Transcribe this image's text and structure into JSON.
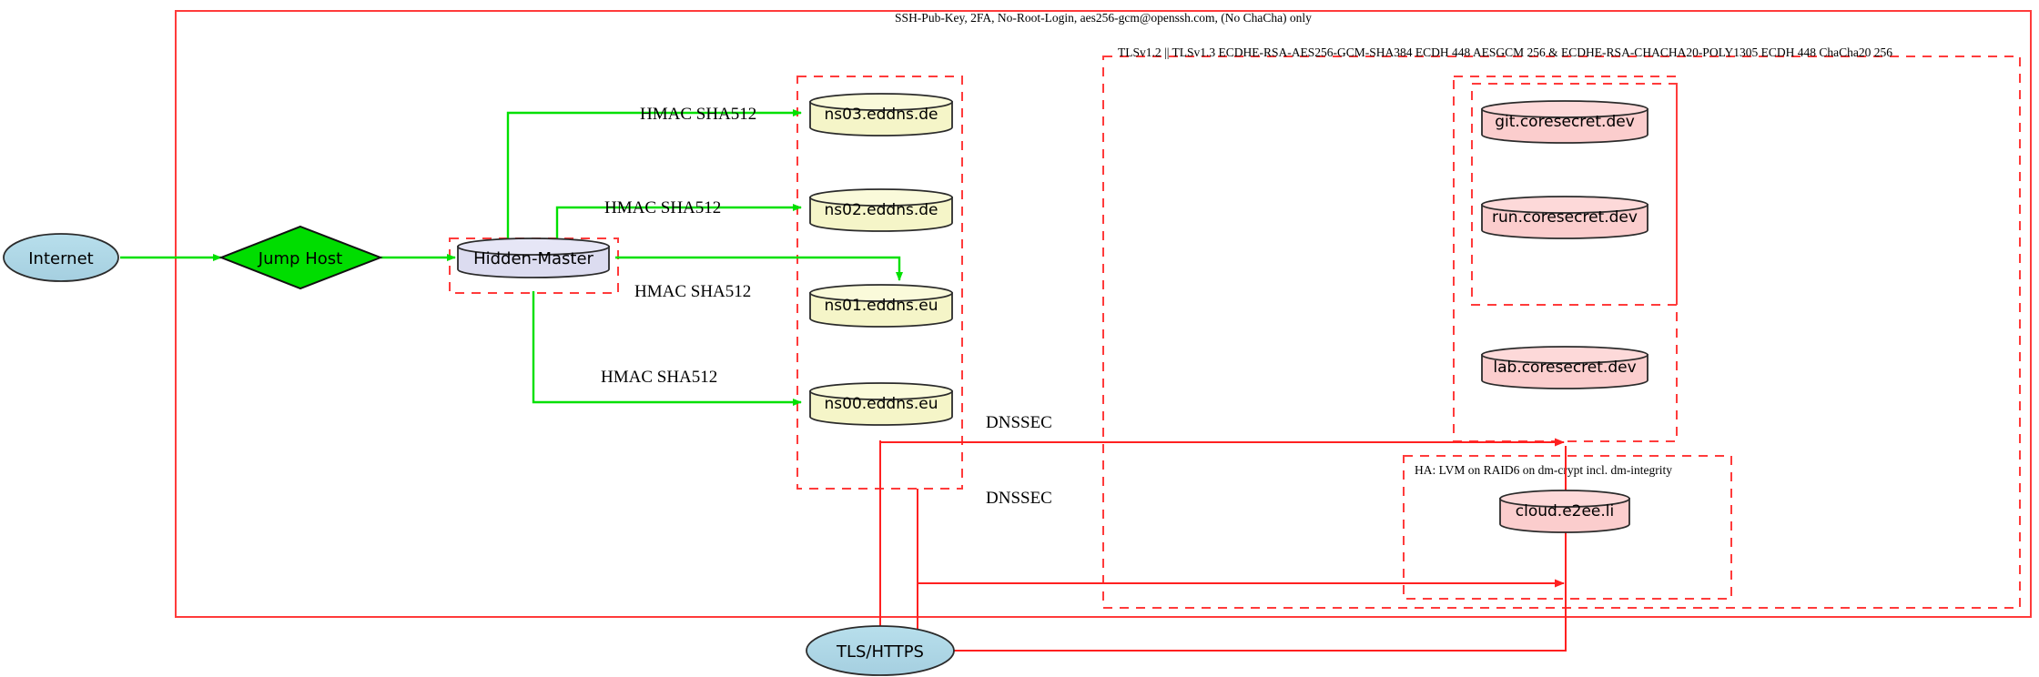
{
  "diagram": {
    "title_clusters": {
      "outer_ssh": "SSH-Pub-Key, 2FA, No-Root-Login, aes256-gcm@openssh.com, (No ChaCha) only",
      "tls_cluster": "TLSv1.2 || TLSv1.3 ECDHE-RSA-AES256-GCM-SHA384 ECDH 448 AESGCM 256 & ECDHE-RSA-CHACHA20-POLY1305 ECDH 448 ChaCha20 256",
      "ha_cluster": "HA: LVM on RAID6 on dm-crypt incl. dm-integrity"
    },
    "nodes": {
      "internet": "Internet",
      "jump_host": "Jump Host",
      "hidden_master": "Hidden-Master",
      "ns03": "ns03.eddns.de",
      "ns02": "ns02.eddns.de",
      "ns01": "ns01.eddns.eu",
      "ns00": "ns00.eddns.eu",
      "git": "git.coresecret.dev",
      "run": "run.coresecret.dev",
      "lab": "lab.coresecret.dev",
      "cloud": "cloud.e2ee.li",
      "tls_https": "TLS/HTTPS"
    },
    "edge_labels": {
      "hmac_ns03": "HMAC SHA512",
      "hmac_ns02": "HMAC SHA512",
      "hmac_ns01": "HMAC SHA512",
      "hmac_ns00": "HMAC SHA512",
      "dnssec_upper": "DNSSEC",
      "dnssec_lower": "DNSSEC"
    },
    "colors": {
      "cluster_border": "#ff3b3b",
      "green_edge": "#00e000",
      "red_edge": "#ff2020",
      "internet_fill": "#aed6e4",
      "jump_host_fill": "#00dd00",
      "hidden_master_fill": "#dcdcf0",
      "dns_fill": "#f5f5c8",
      "service_fill": "#fbcdcd",
      "tls_fill": "#aed6e4"
    }
  }
}
